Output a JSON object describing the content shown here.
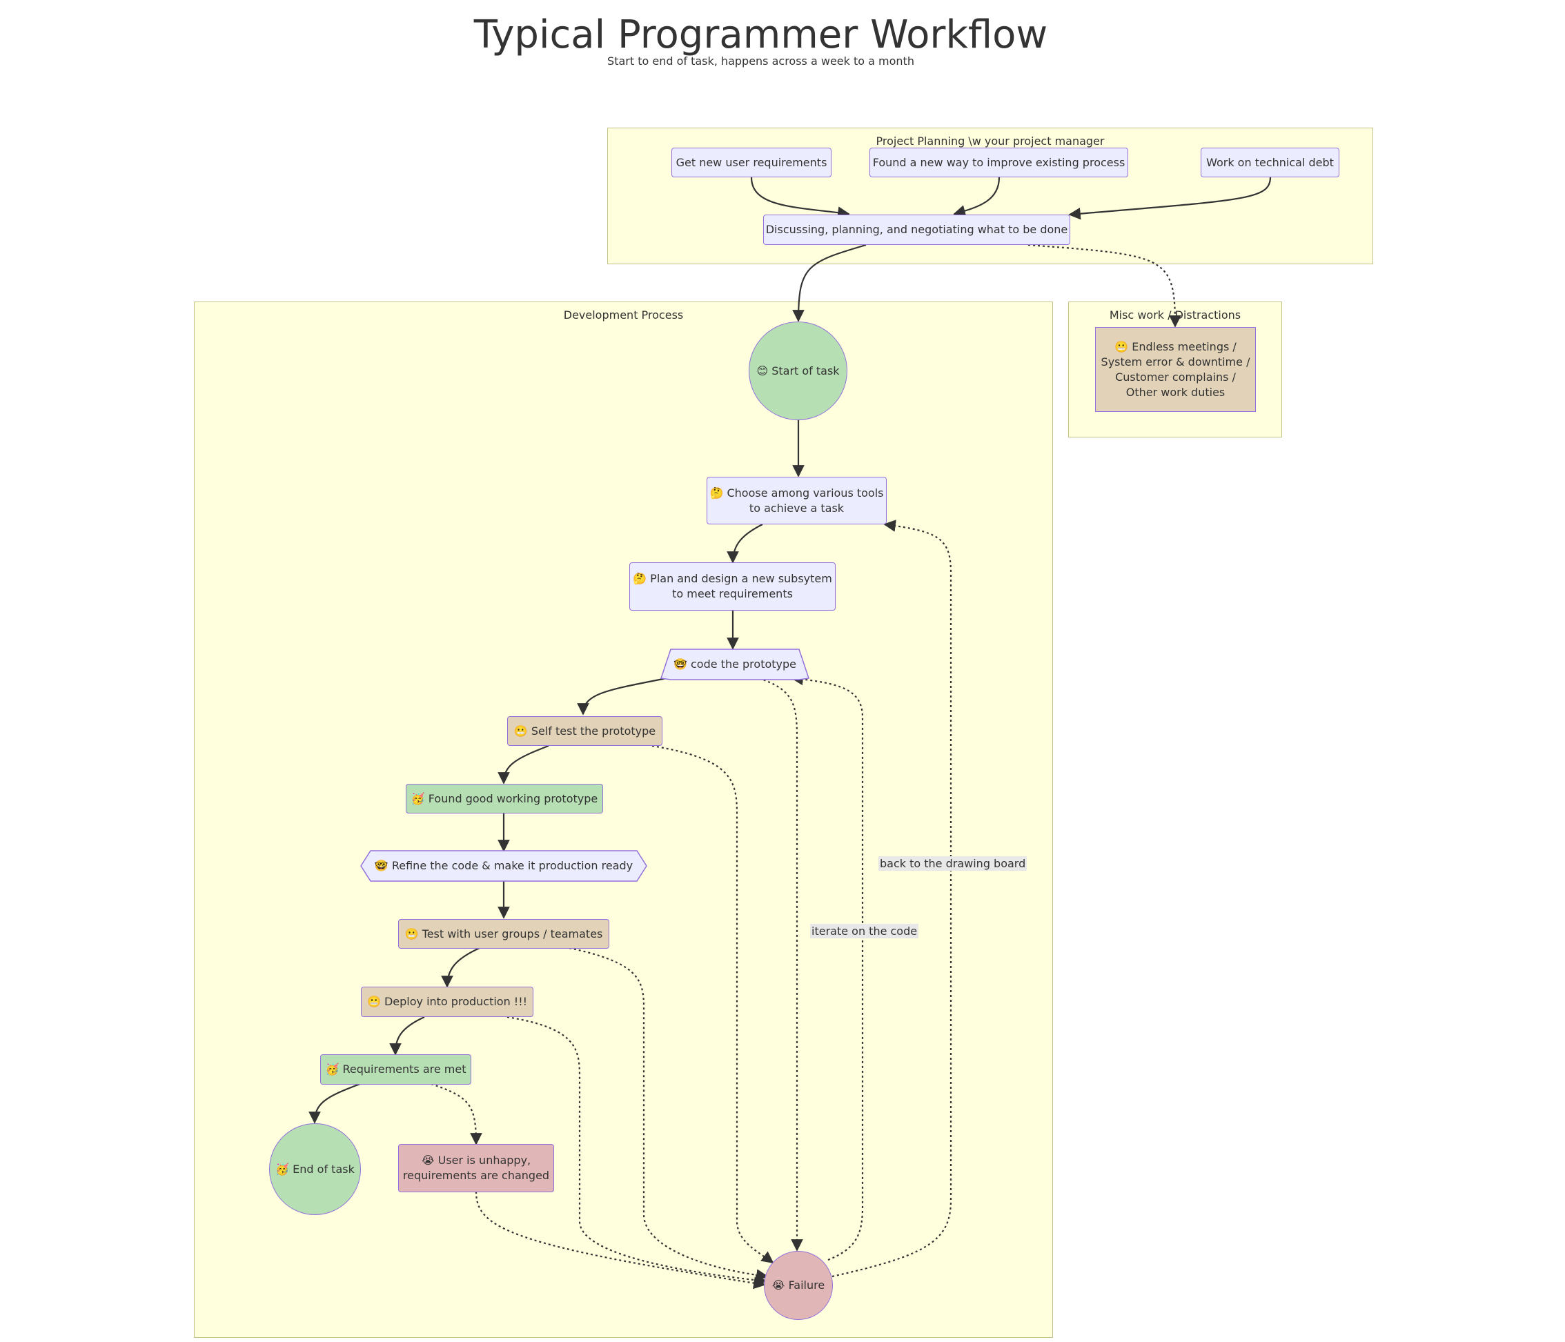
{
  "title": "Typical Programmer Workflow",
  "subtitle": "Start to end of task, happens across a week to a month",
  "colors": {
    "cluster_fill": "#ffffde",
    "node_default": "#ececff",
    "node_border": "#9370db",
    "success_green": "#b7dfb4",
    "neutral_tan": "#e2d3b8",
    "failure_red": "#e1b6b6",
    "edge": "#333333"
  },
  "clusters": {
    "planning": "Project Planning \\w your project manager",
    "misc": "Misc work / Distractions",
    "dev": "Development Process"
  },
  "nodes": {
    "new_requirements": "Get new user requirements",
    "improve_process": "Found a new way to improve existing process",
    "tech_debt": "Work on technical debt",
    "discussing": "Discussing, planning, and negotiating what to be done",
    "distractions_1": "😬 Endless meetings /",
    "distractions_2": "System error & downtime /",
    "distractions_3": "Customer complains /",
    "distractions_4": "Other work duties",
    "start": "😊 Start of task",
    "choose_tools_1": "🤔 Choose among various tools",
    "choose_tools_2": "to achieve a task",
    "plan_design_1": "🤔 Plan and design a new subsytem",
    "plan_design_2": "to meet requirements",
    "code_prototype": "🤓 code the prototype",
    "self_test": "😬 Self test the prototype",
    "good_prototype": "🥳 Found good working prototype",
    "refine": "🤓 Refine the code & make it production ready",
    "test_groups": "😬 Test with user groups / teamates",
    "deploy": "😬 Deploy into production !!!",
    "requirements_met": "🥳 Requirements are met",
    "end": "🥳 End of task",
    "unhappy_1": "😭 User is unhappy,",
    "unhappy_2": "requirements are changed",
    "failure": "😭 Failure"
  },
  "edge_labels": {
    "iterate": "iterate on the code",
    "drawing_board": "back to the drawing board"
  }
}
